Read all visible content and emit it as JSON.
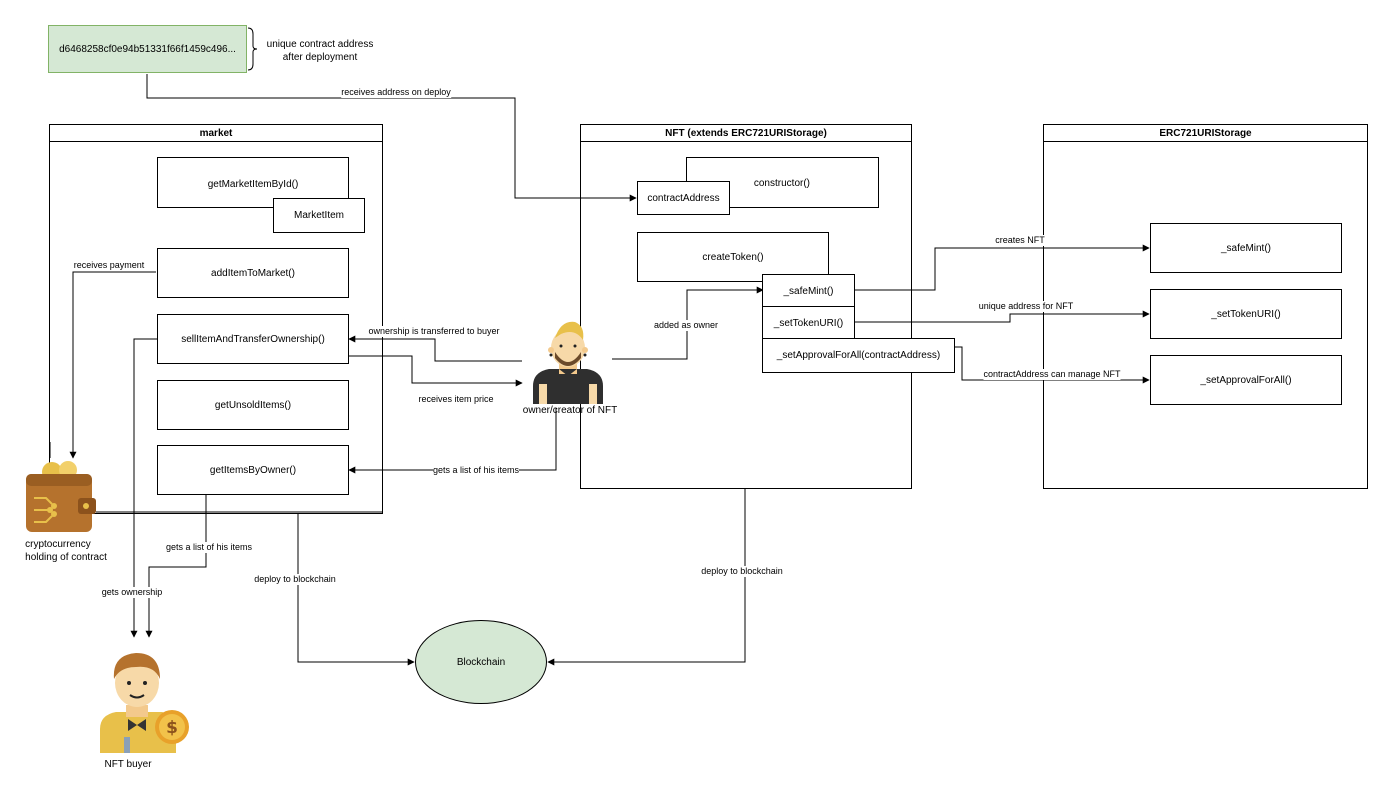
{
  "address_box": {
    "label": "d6468258cf0e94b51331f66f1459c496..."
  },
  "address_note": {
    "line1": "unique contract address",
    "line2": "after deployment"
  },
  "containers": {
    "market": "market",
    "nft": "NFT (extends ERC721URIStorage)",
    "erc": "ERC721URIStorage"
  },
  "market_boxes": {
    "get_market_item_by_id": "getMarketItemById()",
    "market_item": "MarketItem",
    "add_item_to_market": "addItemToMarket()",
    "sell_item": "sellItemAndTransferOwnership()",
    "get_unsold_items": "getUnsoldItems()",
    "get_items_by_owner": "getItemsByOwner()"
  },
  "nft_boxes": {
    "constructor": "constructor()",
    "contract_address": "contractAddress",
    "create_token": "createToken()",
    "safe_mint": "_safeMint()",
    "set_token_uri": "_setTokenURI()",
    "set_approval": "_setApprovalForAll(contractAddress)"
  },
  "erc_boxes": {
    "safe_mint": "_safeMint()",
    "set_token_uri": "_setTokenURI()",
    "set_approval": "_setApprovalForAll()"
  },
  "edge_labels": {
    "receives_address": "receives address on deploy",
    "receives_payment": "receives payment",
    "ownership_transferred": "ownership is transferred to buyer",
    "receives_item_price": "receives item price",
    "added_as_owner": "added as owner",
    "gets_list_owner": "gets a list of his items",
    "gets_list_buyer": "gets a list of his items",
    "gets_ownership": "gets ownership",
    "deploy_left": "deploy to blockchain",
    "deploy_right": "deploy to blockchain",
    "creates_nft": "creates NFT",
    "unique_address": "unique address for NFT",
    "contract_manage": "contractAddress can manage NFT"
  },
  "actors": {
    "owner": "owner/creator of NFT",
    "wallet_line1": "cryptocurrency",
    "wallet_line2": "holding of contract",
    "buyer": "NFT buyer"
  },
  "blockchain": "Blockchain",
  "colors": {
    "green_fill": "#d5e8d4",
    "green_stroke": "#82b366",
    "skin": "#f7d9a8",
    "hair": "#e8c04a",
    "wallet": "#b5722d"
  }
}
